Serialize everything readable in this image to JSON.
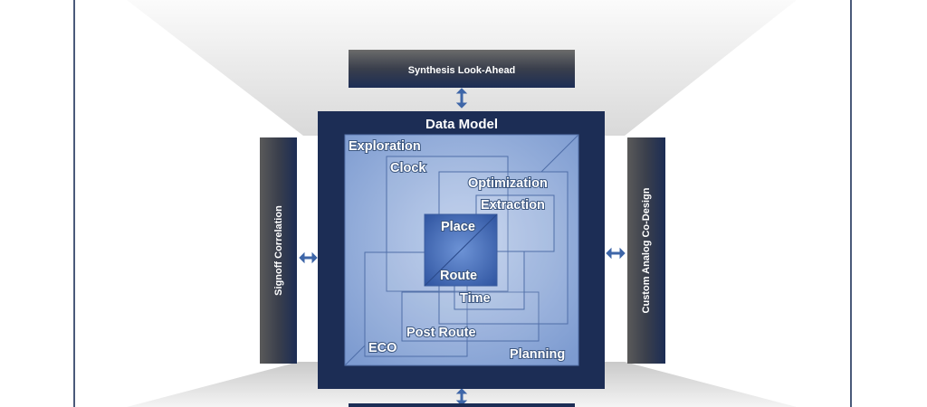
{
  "top_box": {
    "label": "Synthesis Look-Ahead"
  },
  "left_box": {
    "label": "Signoff Correlation"
  },
  "right_box": {
    "label": "Custom Analog Co-Design"
  },
  "core": {
    "title": "Data Model",
    "stages": {
      "exploration": "Exploration",
      "clock": "Clock",
      "optimization": "Optimization",
      "extraction": "Extraction",
      "place": "Place",
      "route": "Route",
      "time": "Time",
      "post_route": "Post Route",
      "eco": "ECO",
      "planning": "Planning"
    }
  },
  "colors": {
    "navy": "#1c2d55",
    "light_blue": "#8eaadb",
    "mid_blue": "#4a6fb5"
  }
}
